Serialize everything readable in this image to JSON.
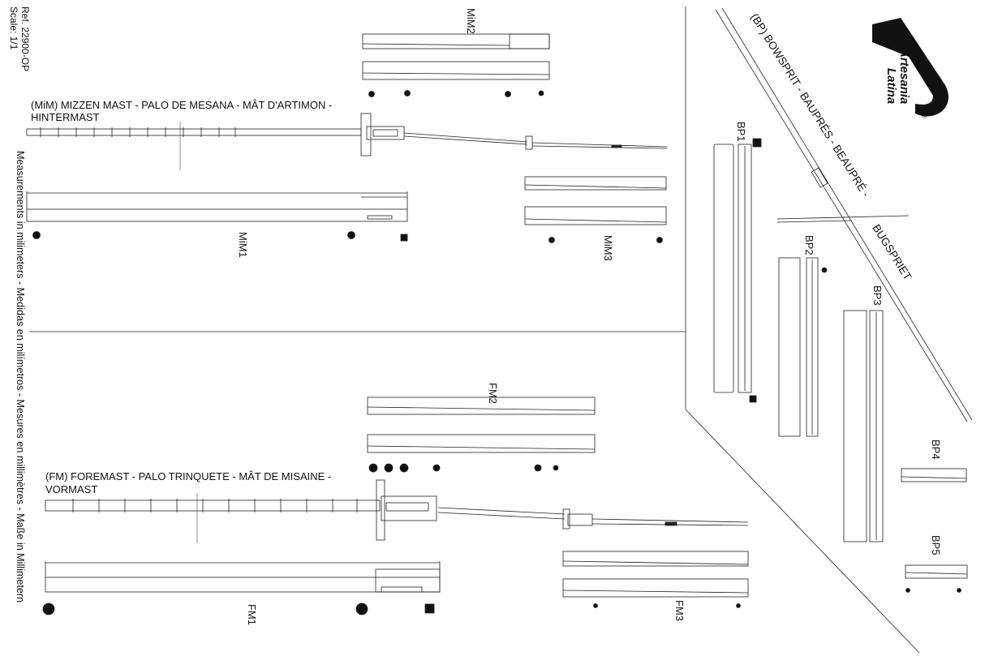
{
  "sheet": {
    "scale": "Scale: 1/1",
    "ref": "Ref. 22900-OP",
    "measurements_note": "Measurements in milimeters - Medidas en milímetros - Mesures en millimètres - Maße in Millimetern"
  },
  "logo": {
    "text_line1": "Artesania",
    "text_line2": "Latina",
    "registered": "®"
  },
  "mizzen": {
    "title_line1": "(MiM) MIZZEN MAST - PALO DE MESANA - MÂT D'ARTIMON -",
    "title_line2": "HINTERMAST",
    "part_labels": [
      "MiM1",
      "MiM2",
      "MiM3"
    ]
  },
  "foremast": {
    "title_line1": "(FM) FOREMAST - PALO TRINQUETE - MÂT DE MISAINE -",
    "title_line2": "VORMAST",
    "part_labels": [
      "FM1",
      "FM2",
      "FM3"
    ]
  },
  "bowsprit": {
    "title": "(BP) BOWSPRIT - BAUPRÉS - BEAUPRÉ -",
    "title_line2": "BUGSPRIET",
    "part_labels": [
      "BP1",
      "BP2",
      "BP3",
      "BP4",
      "BP5"
    ]
  }
}
